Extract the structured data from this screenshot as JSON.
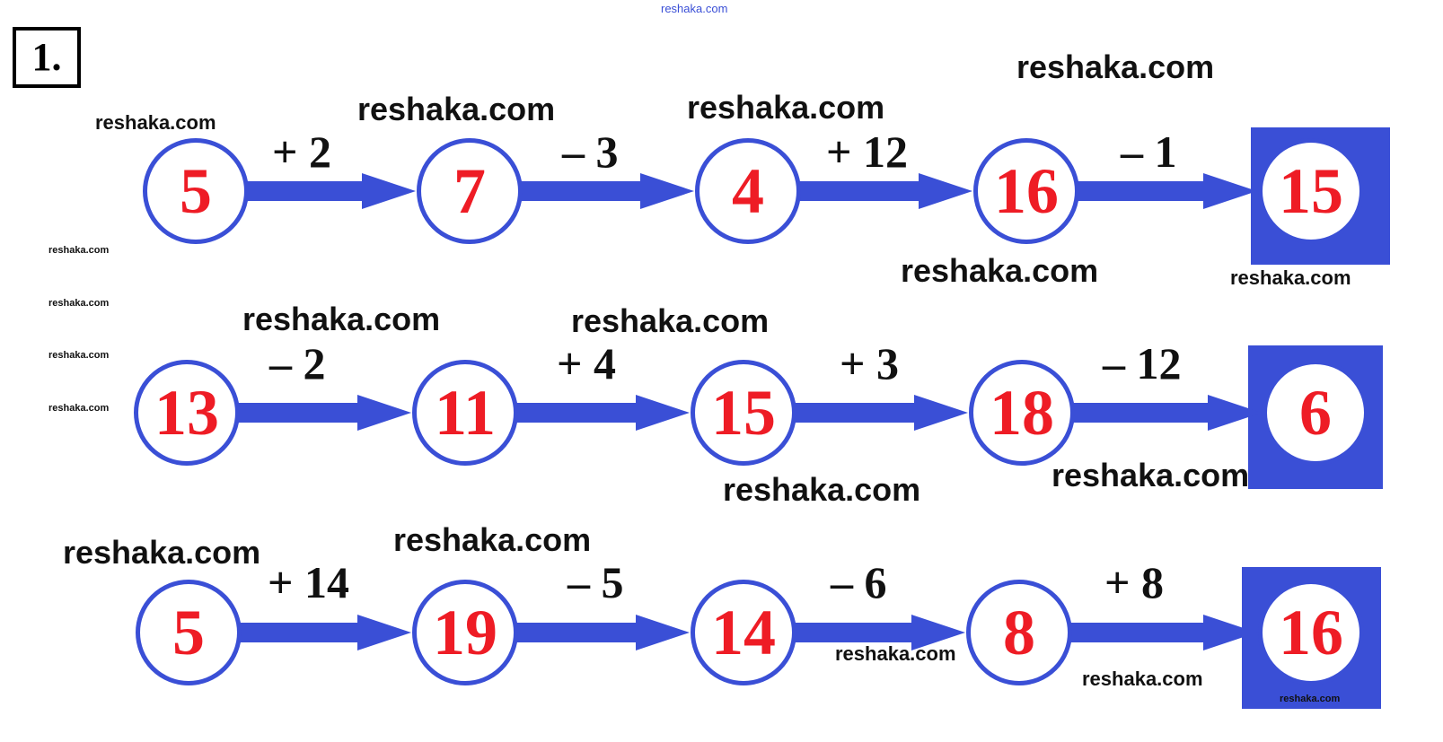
{
  "header_watermark": "reshaka.com",
  "task_number": "1.",
  "rows": [
    {
      "numbers": [
        "5",
        "7",
        "4",
        "16",
        "15"
      ],
      "ops": [
        "+ 2",
        "– 3",
        "+ 12",
        "– 1"
      ]
    },
    {
      "numbers": [
        "13",
        "11",
        "15",
        "18",
        "6"
      ],
      "ops": [
        "– 2",
        "+ 4",
        "+ 3",
        "– 12"
      ]
    },
    {
      "numbers": [
        "5",
        "19",
        "14",
        "8",
        "16"
      ],
      "ops": [
        "+ 14",
        "– 5",
        "– 6",
        "+ 8"
      ]
    }
  ],
  "watermarks": [
    "reshaka.com",
    "reshaka.com",
    "reshaka.com",
    "reshaka.com",
    "reshaka.com",
    "reshaka.com",
    "reshaka.com",
    "reshaka.com",
    "reshaka.com",
    "reshaka.com",
    "reshaka.com",
    "reshaka.com",
    "reshaka.com",
    "reshaka.com",
    "reshaka.com",
    "reshaka.com",
    "reshaka.com",
    "reshaka.com",
    "reshaka.com"
  ],
  "colors": {
    "accent": "#3a4fd6",
    "number": "#ee1c25"
  }
}
